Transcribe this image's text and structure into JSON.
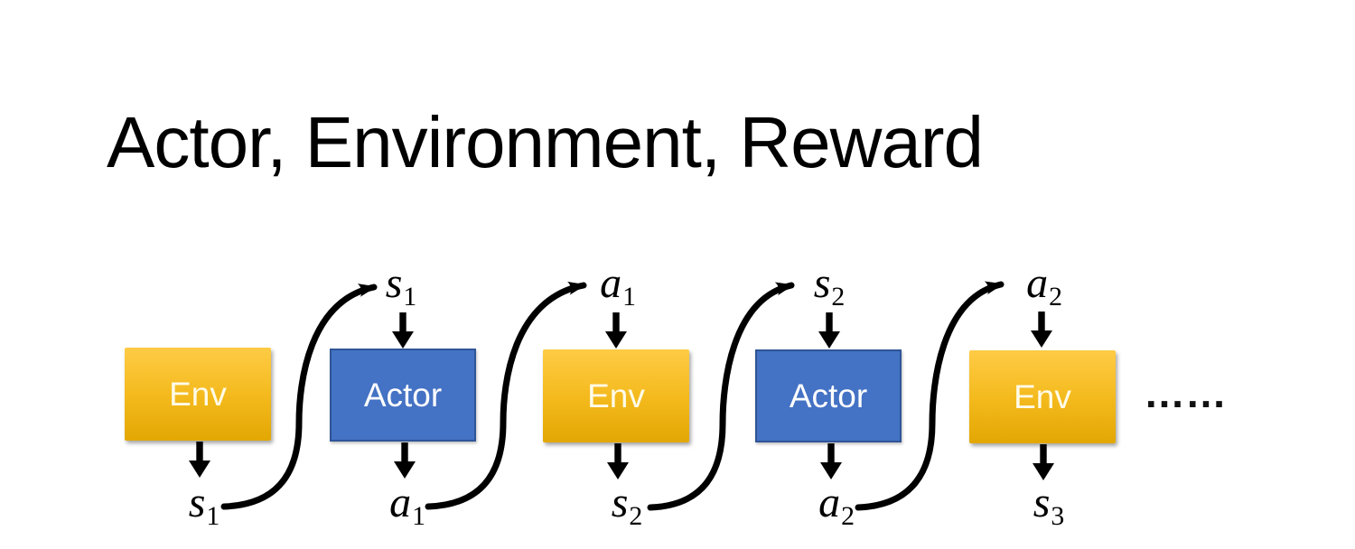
{
  "slide": {
    "title": "Actor, Environment, Reward"
  },
  "diagram": {
    "boxes": [
      {
        "id": "env-1",
        "label": "Env",
        "type": "env"
      },
      {
        "id": "actor-1",
        "label": "Actor",
        "type": "actor"
      },
      {
        "id": "env-2",
        "label": "Env",
        "type": "env"
      },
      {
        "id": "actor-2",
        "label": "Actor",
        "type": "actor"
      },
      {
        "id": "env-3",
        "label": "Env",
        "type": "env"
      }
    ],
    "top_labels": [
      {
        "base": "s",
        "sub": "1"
      },
      {
        "base": "a",
        "sub": "1"
      },
      {
        "base": "s",
        "sub": "2"
      },
      {
        "base": "a",
        "sub": "2"
      }
    ],
    "bottom_labels": [
      {
        "base": "s",
        "sub": "1"
      },
      {
        "base": "a",
        "sub": "1"
      },
      {
        "base": "s",
        "sub": "2"
      },
      {
        "base": "a",
        "sub": "2"
      },
      {
        "base": "s",
        "sub": "3"
      }
    ],
    "ellipsis": "……",
    "colors": {
      "env_gradient_top": "#FECB45",
      "env_gradient_bottom": "#E2A703",
      "actor_fill": "#4472C4",
      "actor_border": "#2F5597",
      "arrow": "#000000",
      "env_text": "#FFFBE8",
      "actor_text": "#FFFFFF",
      "title_text": "#000000"
    }
  }
}
